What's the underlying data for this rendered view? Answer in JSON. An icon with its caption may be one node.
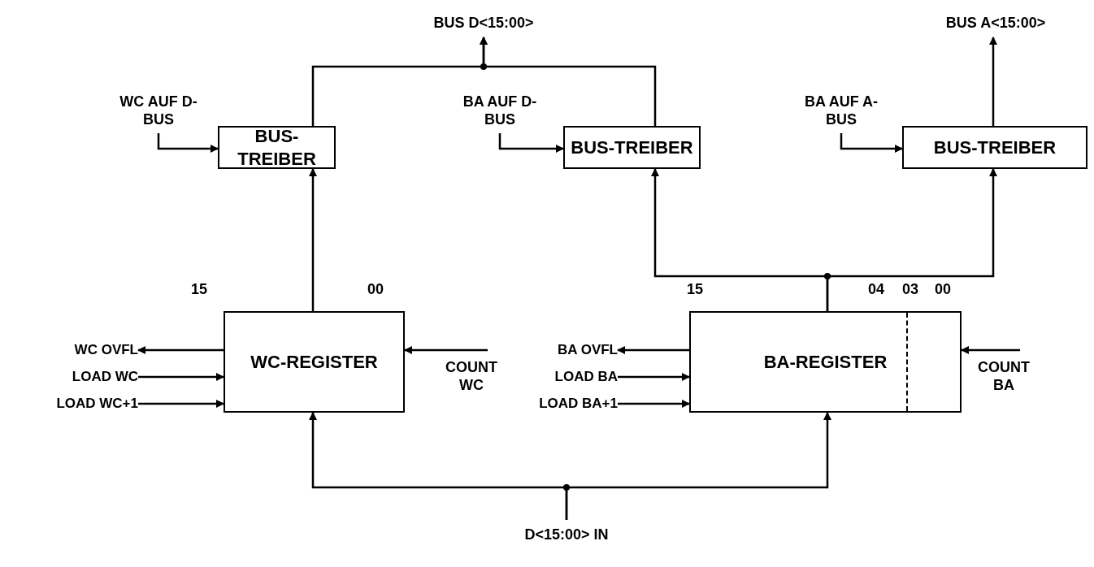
{
  "diagram": {
    "nodes": [
      {
        "text": [
          "BUS D<15:00>"
        ]
      },
      {
        "text": [
          "BUS A<15:00>"
        ]
      },
      {
        "text": [
          "WC AUF D-BUS"
        ]
      },
      {
        "text": [
          "BA AUF D-BUS"
        ]
      },
      {
        "text": [
          "BA AUF A-BUS"
        ]
      },
      {
        "text": [
          "BUS-TREIBER"
        ]
      },
      {
        "text": [
          "BUS-TREIBER"
        ]
      },
      {
        "text": [
          "BUS-TREIBER"
        ]
      },
      {
        "text": [
          "WC-REGISTER"
        ]
      },
      {
        "text": [
          "BA-REGISTER"
        ]
      },
      {
        "text": [
          "WC OVFL"
        ]
      },
      {
        "text": [
          "LOAD WC"
        ]
      },
      {
        "text": [
          "LOAD WC+1"
        ]
      },
      {
        "text": [
          "COUNT WC"
        ]
      },
      {
        "text": [
          "BA OVFL"
        ]
      },
      {
        "text": [
          "LOAD BA"
        ]
      },
      {
        "text": [
          "LOAD BA+1"
        ]
      },
      {
        "text": [
          "COUNT BA"
        ]
      },
      {
        "text": [
          "D<15:00> IN"
        ]
      }
    ],
    "edges": [
      {
        "from": 2,
        "to": 5,
        "arrow": "to"
      },
      {
        "from": 3,
        "to": 6,
        "arrow": "to"
      },
      {
        "from": 4,
        "to": 7,
        "arrow": "to"
      },
      {
        "from": 5,
        "to": 0,
        "arrow": "to"
      },
      {
        "from": 6,
        "to": 0,
        "arrow": "to"
      },
      {
        "from": 7,
        "to": 1,
        "arrow": "to"
      },
      {
        "from": 8,
        "to": 5,
        "arrow": "to"
      },
      {
        "from": 9,
        "to": 6,
        "arrow": "to"
      },
      {
        "from": 9,
        "to": 7,
        "arrow": "to"
      },
      {
        "from": 8,
        "to": 10,
        "arrow": "to"
      },
      {
        "from": 11,
        "to": 8,
        "arrow": "to"
      },
      {
        "from": 12,
        "to": 8,
        "arrow": "to"
      },
      {
        "from": 13,
        "to": 8,
        "arrow": "to"
      },
      {
        "from": 9,
        "to": 14,
        "arrow": "to"
      },
      {
        "from": 15,
        "to": 9,
        "arrow": "to"
      },
      {
        "from": 16,
        "to": 9,
        "arrow": "to"
      },
      {
        "from": 17,
        "to": 9,
        "arrow": "to"
      },
      {
        "from": 18,
        "to": 8,
        "arrow": "to"
      },
      {
        "from": 18,
        "to": 9,
        "arrow": "to"
      }
    ],
    "labels": [
      "15",
      "00",
      "15",
      "04",
      "03",
      "00"
    ]
  }
}
